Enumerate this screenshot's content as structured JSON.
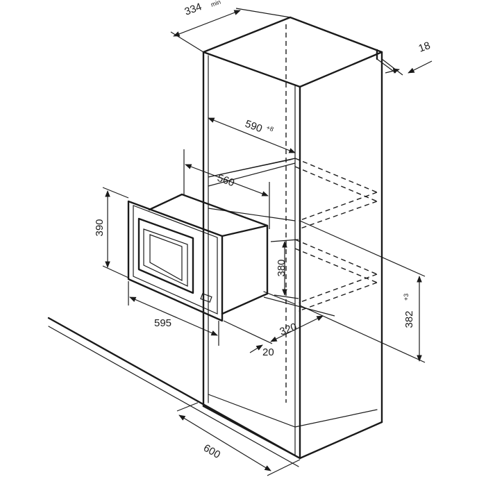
{
  "diagram": {
    "dimensions": {
      "cabinet_depth": {
        "value": "334",
        "suffix": "min"
      },
      "panel_thickness": {
        "value": "18"
      },
      "inner_width": {
        "value": "590",
        "suffix": "+8"
      },
      "appliance_depth": {
        "value": "560"
      },
      "appliance_height": {
        "value": "390"
      },
      "body_height": {
        "value": "380"
      },
      "niche_height": {
        "value": "382",
        "suffix": "+3"
      },
      "appliance_width": {
        "value": "595"
      },
      "frame_offset": {
        "value": "20"
      },
      "body_depth": {
        "value": "320"
      },
      "cabinet_width": {
        "value": "600"
      }
    }
  }
}
